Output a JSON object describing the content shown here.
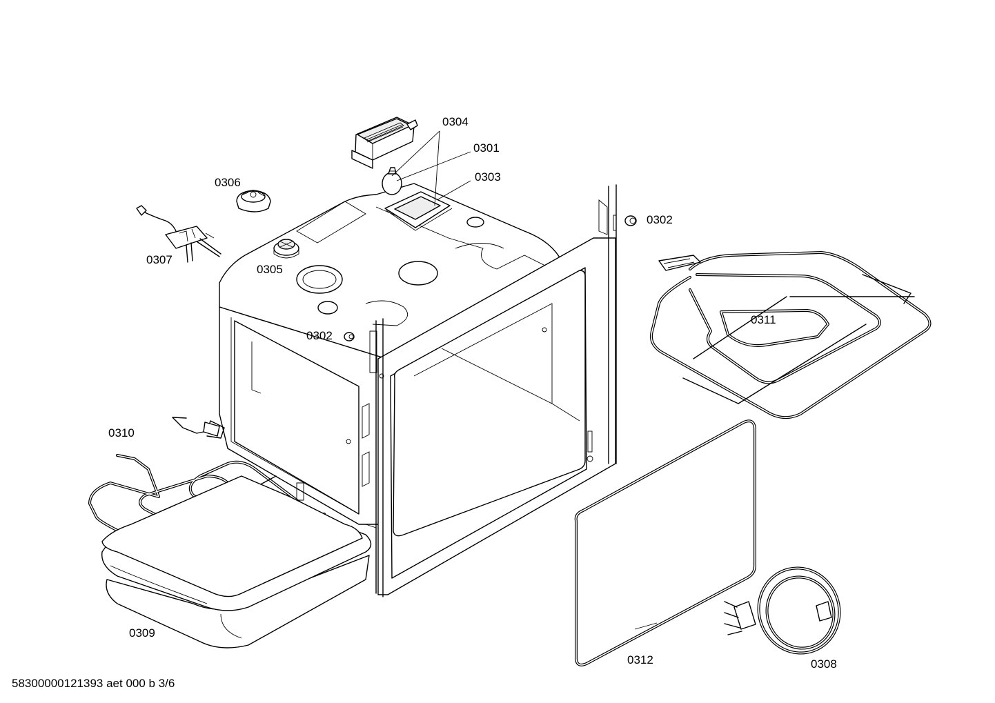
{
  "footer": {
    "document_code": "58300000121393 aet 000 b 3/6"
  },
  "parts": {
    "p0301": "0301",
    "p0302a": "0302",
    "p0302b": "0302",
    "p0303": "0303",
    "p0304": "0304",
    "p0305": "0305",
    "p0306": "0306",
    "p0307": "0307",
    "p0308": "0308",
    "p0309": "0309",
    "p0310": "0310",
    "p0311": "0311",
    "p0312": "0312"
  }
}
